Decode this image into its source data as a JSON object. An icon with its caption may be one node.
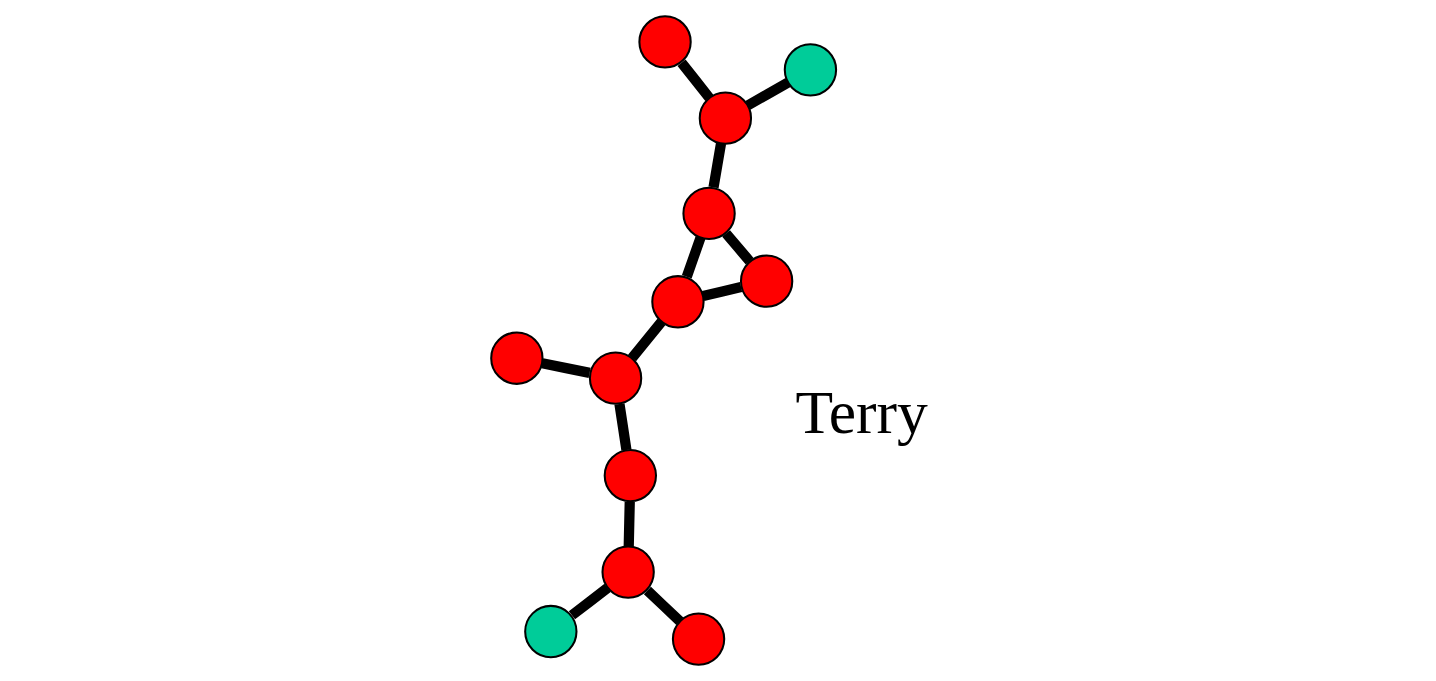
{
  "diagram": {
    "nodes": [
      {
        "text": [],
        "shape": "circle"
      },
      {
        "text": [],
        "shape": "circle"
      },
      {
        "text": [],
        "shape": "circle"
      },
      {
        "text": [],
        "shape": "circle"
      },
      {
        "text": [],
        "shape": "circle"
      },
      {
        "text": [],
        "shape": "circle"
      },
      {
        "text": [],
        "shape": "circle"
      },
      {
        "text": [],
        "shape": "circle"
      },
      {
        "text": [],
        "shape": "circle"
      },
      {
        "text": [],
        "shape": "circle"
      },
      {
        "text": [],
        "shape": "circle"
      },
      {
        "text": [],
        "shape": "circle"
      }
    ],
    "edges": [
      {
        "from": 3,
        "to": 4,
        "arrow": "none"
      },
      {
        "from": 11,
        "to": 9,
        "arrow": "none"
      },
      {
        "from": 0,
        "to": 5,
        "arrow": "none"
      },
      {
        "from": 0,
        "to": 7,
        "arrow": "none"
      },
      {
        "from": 0,
        "to": 2,
        "arrow": "none"
      },
      {
        "from": 1,
        "to": 5,
        "arrow": "none"
      },
      {
        "from": 1,
        "to": 9,
        "arrow": "none"
      },
      {
        "from": 5,
        "to": 6,
        "arrow": "none"
      },
      {
        "from": 7,
        "to": 2,
        "arrow": "none"
      },
      {
        "from": 8,
        "to": 4,
        "arrow": "none"
      },
      {
        "from": 2,
        "to": 4,
        "arrow": "none"
      },
      {
        "from": 9,
        "to": 10,
        "arrow": "none"
      }
    ],
    "labels": [
      "Terry"
    ]
  }
}
